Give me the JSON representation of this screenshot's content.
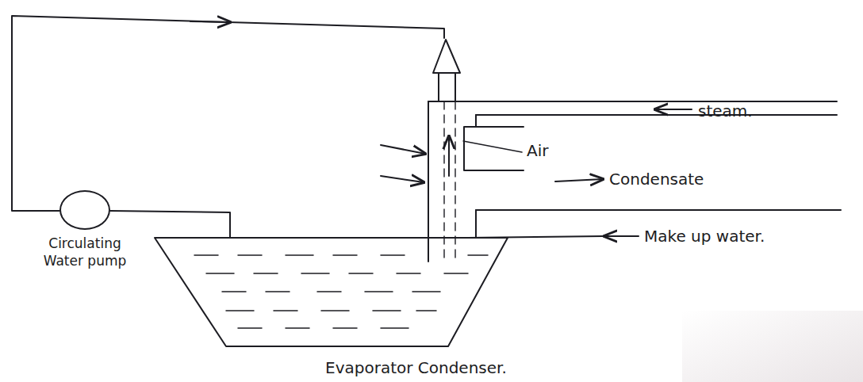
{
  "diagram": {
    "caption": "Evaporator Condenser.",
    "nodes": [
      {
        "text": [
          "Circulating Water pump"
        ]
      }
    ],
    "labels": [
      "steam.",
      "Air",
      "Condensate",
      "Make up water."
    ]
  }
}
